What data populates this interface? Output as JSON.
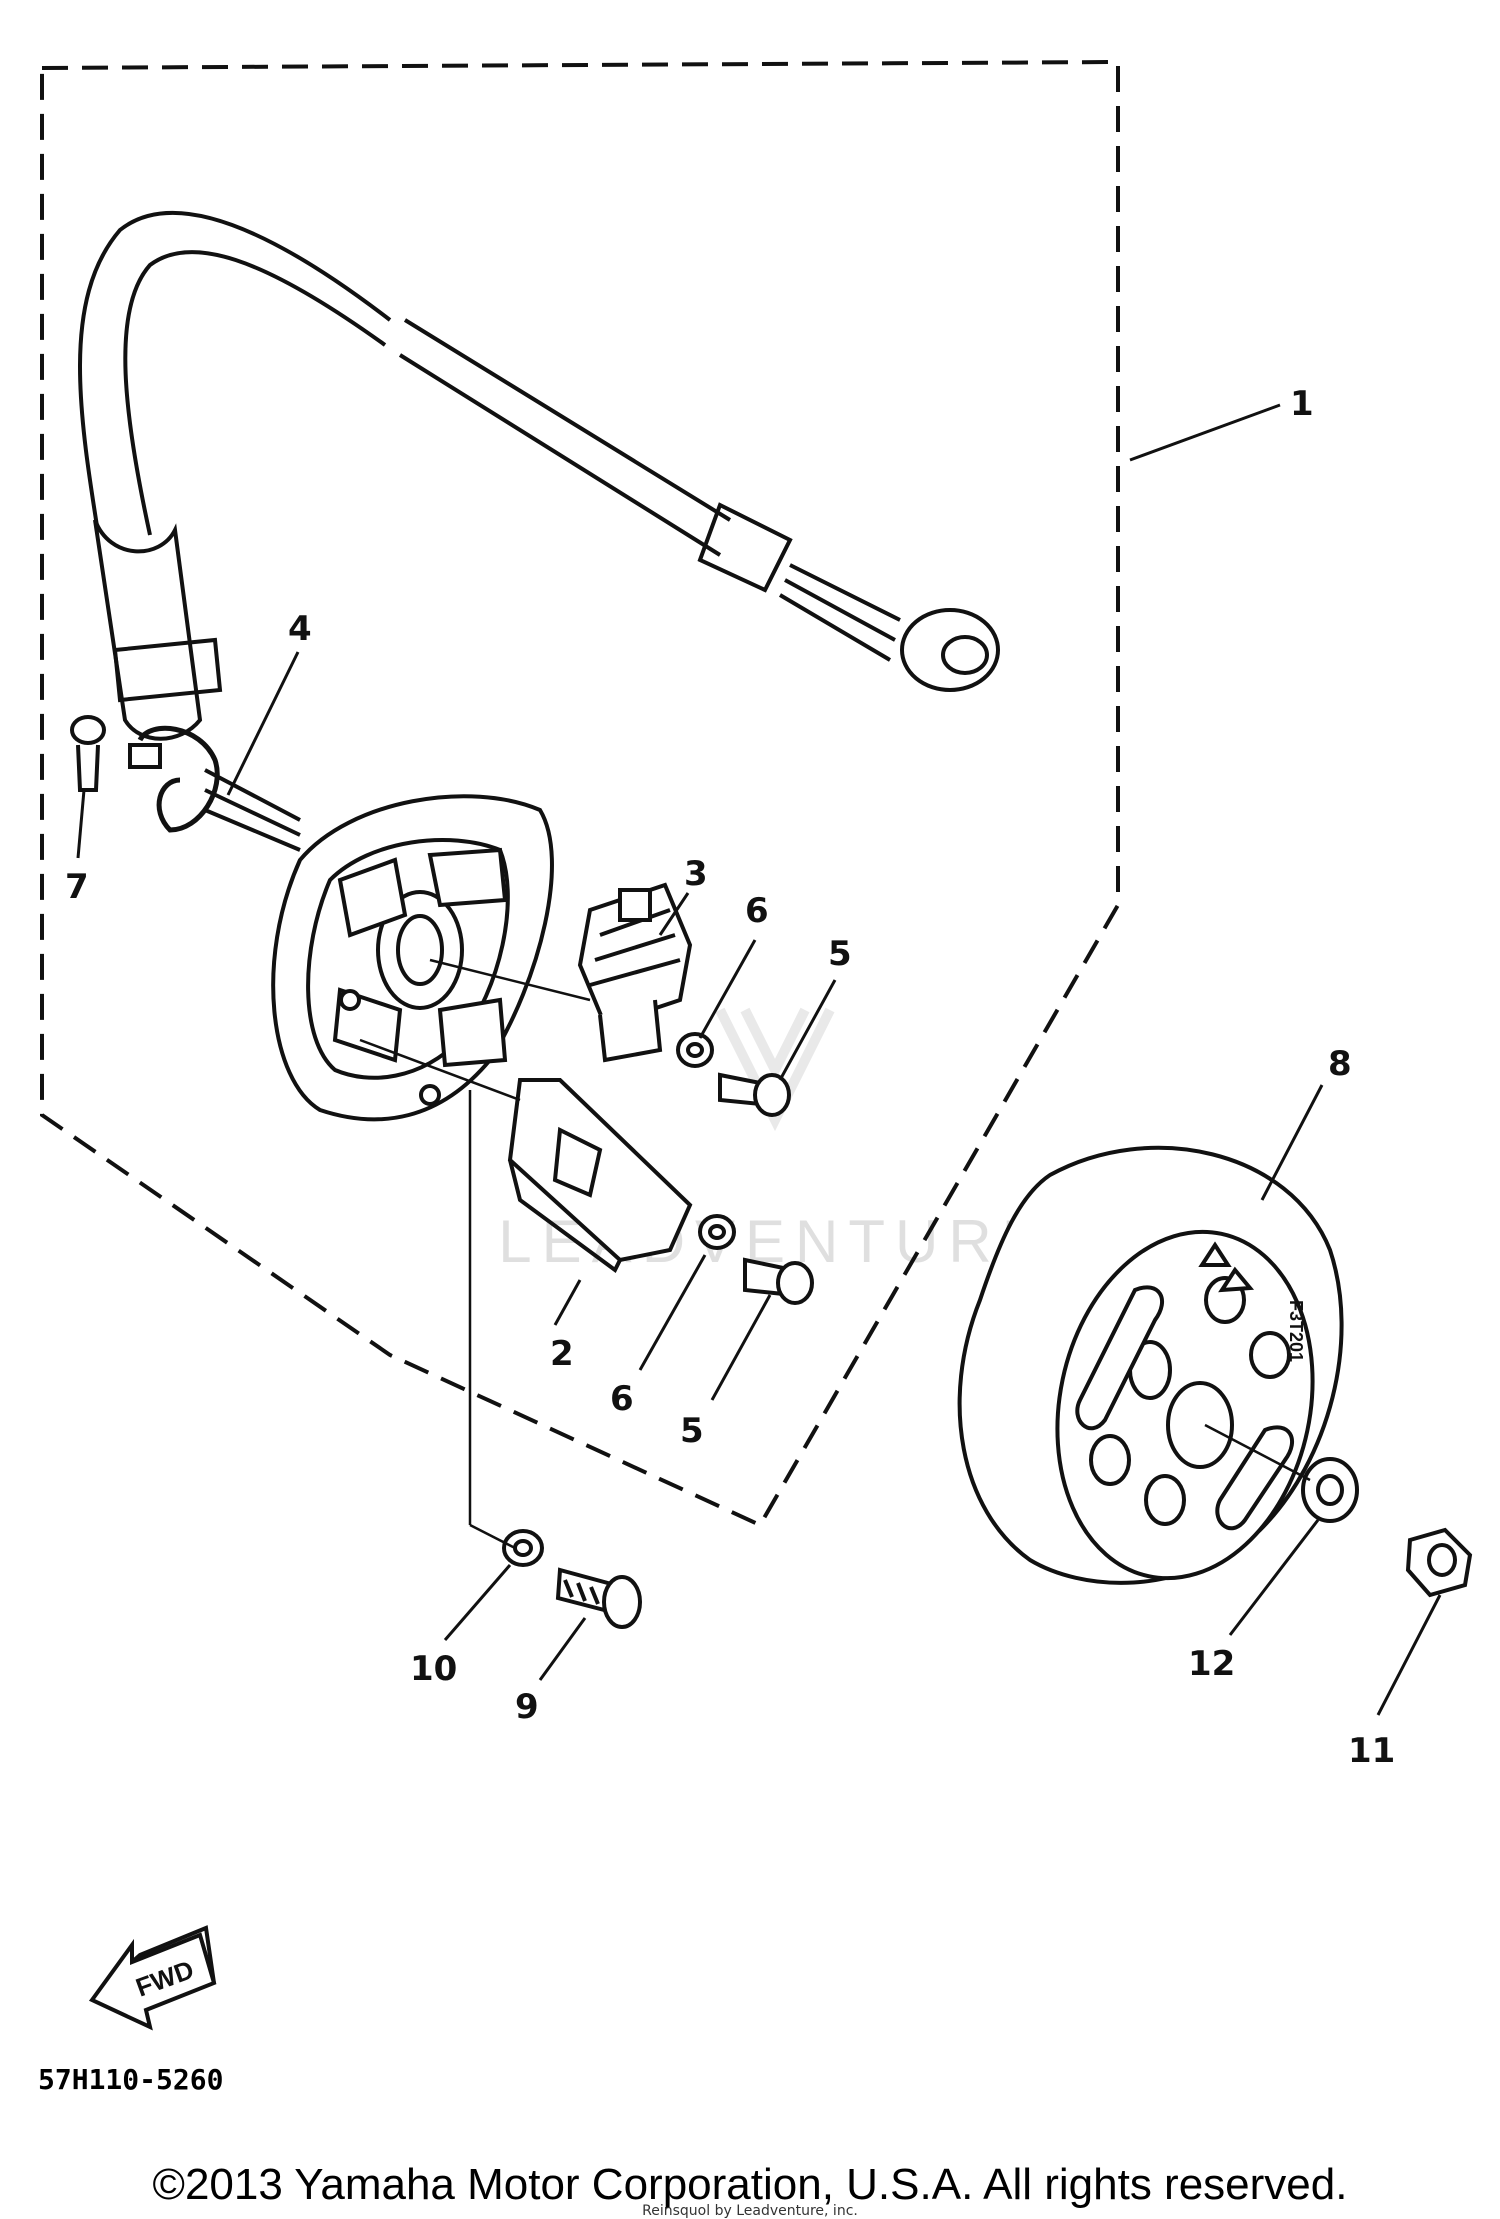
{
  "diagram": {
    "drawing_code": "57H110-5260",
    "fwd_label": "FWD",
    "flywheel_marking": "F3T201",
    "watermark": "LEADVENTURE",
    "callouts": [
      {
        "id": "1",
        "label": "1",
        "part": "stator-assembly-group"
      },
      {
        "id": "2",
        "label": "2",
        "part": "pickup-coil"
      },
      {
        "id": "3",
        "label": "3",
        "part": "lighting-coil"
      },
      {
        "id": "4",
        "label": "4",
        "part": "wire-clamp"
      },
      {
        "id": "5a",
        "label": "5",
        "part": "screw-upper"
      },
      {
        "id": "5b",
        "label": "5",
        "part": "screw-lower"
      },
      {
        "id": "6a",
        "label": "6",
        "part": "washer-upper"
      },
      {
        "id": "6b",
        "label": "6",
        "part": "washer-lower"
      },
      {
        "id": "7",
        "label": "7",
        "part": "screw-clamp"
      },
      {
        "id": "8",
        "label": "8",
        "part": "rotor-flywheel"
      },
      {
        "id": "9",
        "label": "9",
        "part": "bolt"
      },
      {
        "id": "10",
        "label": "10",
        "part": "washer-bolt"
      },
      {
        "id": "11",
        "label": "11",
        "part": "nut"
      },
      {
        "id": "12",
        "label": "12",
        "part": "washer-flywheel"
      }
    ]
  },
  "footer": {
    "copyright": "©2013 Yamaha Motor Corporation, U.S.A. All rights reserved.",
    "overprint": "Reinsquol by Leadventure, inc."
  }
}
